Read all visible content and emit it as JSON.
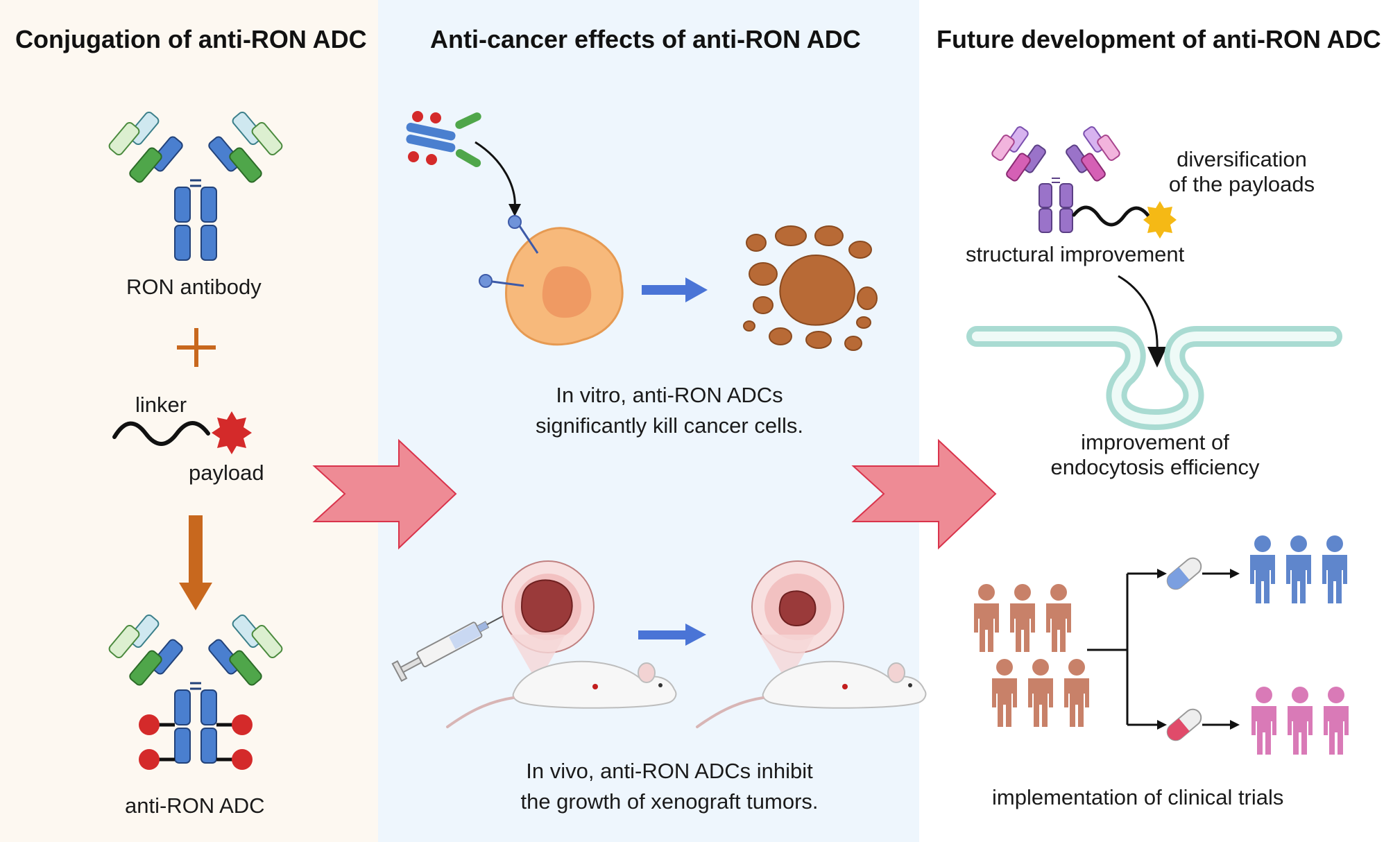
{
  "panels": {
    "conjugation": {
      "title": "Conjugation of anti-RON ADC",
      "antibody_label": "RON antibody",
      "linker_label": "linker",
      "payload_label": "payload",
      "adc_label": "anti-RON ADC"
    },
    "anticancer": {
      "title": "Anti-cancer effects of  anti-RON ADC",
      "in_vitro_line1": "In vitro, anti-RON ADCs",
      "in_vitro_line2": "significantly kill cancer cells.",
      "in_vivo_line1": "In vivo, anti-RON ADCs inhibit",
      "in_vivo_line2": "the growth of xenograft tumors."
    },
    "future": {
      "title": "Future development of  anti-RON ADC",
      "payload_div_line1": "diversification",
      "payload_div_line2": "of the payloads",
      "structural_label": "structural improvement",
      "endocytosis_line1": "improvement of",
      "endocytosis_line2": "endocytosis efficiency",
      "clinical_label": "implementation of clinical trials"
    }
  },
  "colors": {
    "panel1_bg": "#fdf8f1",
    "panel2_bg": "#eef6fd",
    "antibody_blue": "#4a7fcf",
    "antibody_green": "#4fa64a",
    "payload_red": "#d42a2a",
    "plus_orange": "#c8681e",
    "big_arrow_pink": "#ee8b95",
    "blue_arrow": "#4a74d6",
    "membrane": "#a9dbd2",
    "people_brown": "#c88169",
    "people_blue": "#5f86cc",
    "people_pink": "#d97ab7"
  },
  "icons": [
    "antibody-icon",
    "plus-icon",
    "linker-icon",
    "payload-icon",
    "down-arrow-icon",
    "adc-icon",
    "big-right-arrow-icon",
    "cancer-cell-icon",
    "dead-cell-icon",
    "blue-arrow-icon",
    "syringe-icon",
    "mouse-icon",
    "tumor-icon",
    "membrane-icon",
    "people-icon",
    "pill-icon"
  ]
}
